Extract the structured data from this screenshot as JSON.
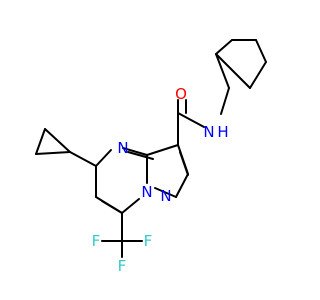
{
  "molecule": {
    "atoms": {
      "carbonyl_oxygen": {
        "symbol": "O",
        "color": "#ff0000"
      },
      "amide_nitrogen": {
        "symbol": "N",
        "color": "#0000ff"
      },
      "amide_hydrogen": {
        "symbol": "H",
        "color": "#0000ff"
      },
      "ring_nitrogen_4": {
        "symbol": "N",
        "color": "#0000ff"
      },
      "ring_nitrogen_bridge": {
        "symbol": "N",
        "color": "#0000ff"
      },
      "ring_nitrogen_1": {
        "symbol": "N",
        "color": "#0000ff"
      },
      "fluorine_left": {
        "symbol": "F",
        "color": "#33cccc"
      },
      "fluorine_right": {
        "symbol": "F",
        "color": "#33cccc"
      },
      "fluorine_bottom": {
        "symbol": "F",
        "color": "#33cccc"
      }
    },
    "bond_color": "#000000"
  }
}
